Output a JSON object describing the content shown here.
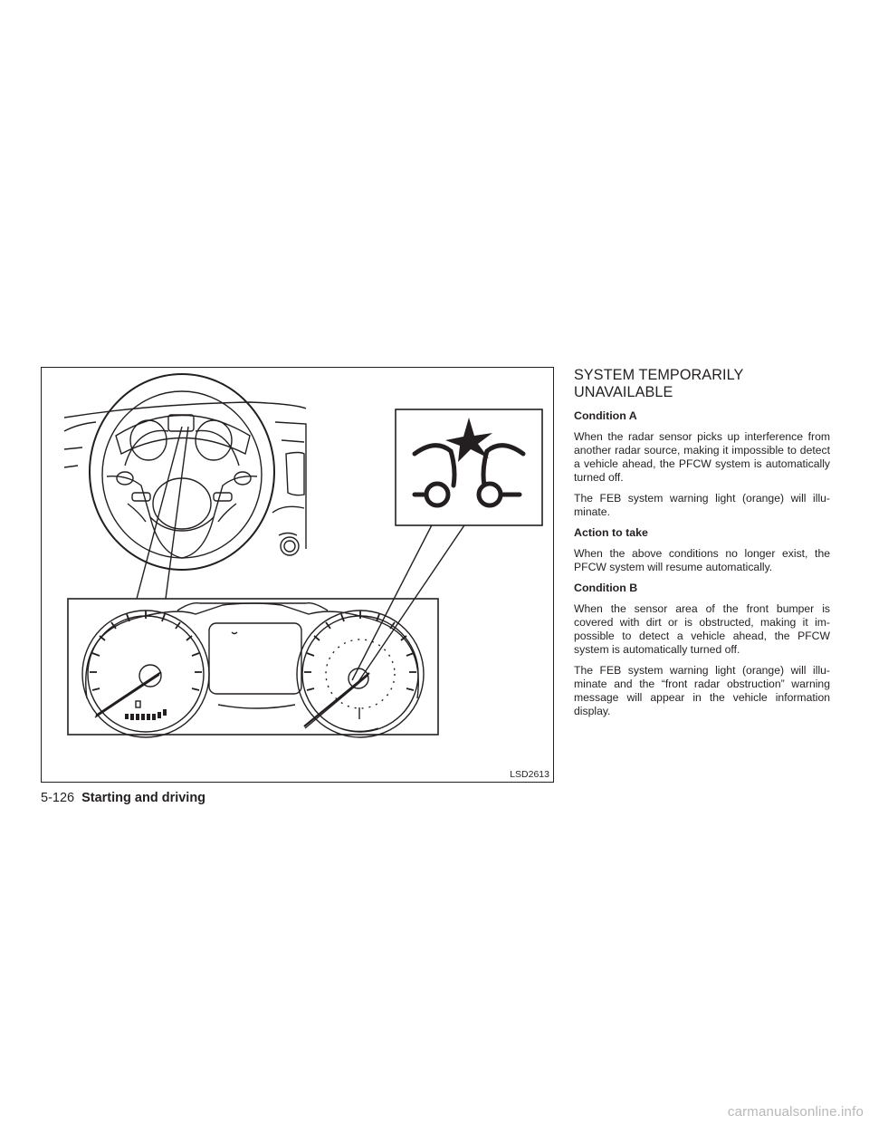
{
  "figure": {
    "code": "LSD2613"
  },
  "section": {
    "title": "SYSTEM TEMPORARILY UNAVAILABLE",
    "blocks": [
      {
        "type": "h",
        "text": "Condition A"
      },
      {
        "type": "p",
        "text": "When the radar sensor picks up interference from another radar source, making it impossible to detect a vehicle ahead, the PFCW system is automatically turned off."
      },
      {
        "type": "p",
        "text": "The FEB system warning light (orange) will illu-minate."
      },
      {
        "type": "h",
        "text": "Action to take"
      },
      {
        "type": "p",
        "text": "When the above conditions no longer exist, the PFCW system will resume automatically."
      },
      {
        "type": "h",
        "text": "Condition B"
      },
      {
        "type": "p",
        "text": "When the sensor area of the front bumper is covered with dirt or is obstructed, making it im-possible to detect a vehicle ahead, the PFCW system is automatically turned off."
      },
      {
        "type": "p",
        "text": "The FEB system warning light (orange) will illu-minate and the “front radar obstruction” warning message will appear in the vehicle information display."
      }
    ]
  },
  "footer": {
    "page_number": "5-126",
    "chapter": "Starting and driving"
  },
  "watermark": "carmanualsonline.info"
}
